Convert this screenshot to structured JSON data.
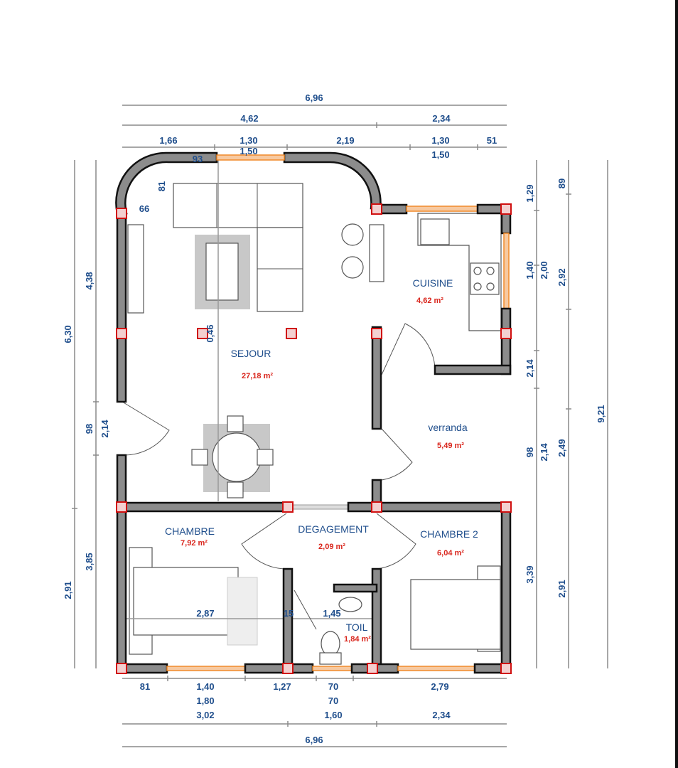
{
  "dimensions": {
    "top": {
      "total": "6,96",
      "left": "4,62",
      "right": "2,34",
      "segments": [
        "1,66",
        "1,30",
        "2,19",
        "1,30",
        "51"
      ],
      "window_widths": [
        "1,50",
        "1,50"
      ]
    },
    "bottom": {
      "segments": [
        "81",
        "1,40",
        "1,27",
        "70",
        "2,79"
      ],
      "window_widths": [
        "1,80",
        "70"
      ],
      "mid": [
        "3,02",
        "1,60",
        "2,34"
      ],
      "total": "6,96"
    },
    "left": {
      "outer": [
        "6,30",
        "2,91"
      ],
      "inner": [
        "4,38",
        "98",
        "3,85"
      ],
      "door": "2,14"
    },
    "right": {
      "inner": [
        "1,29",
        "1,40",
        "2,14",
        "98",
        "3,39"
      ],
      "inner_sub": [
        "2,00",
        "2,14"
      ],
      "middle": [
        "89",
        "2,92",
        "2,49",
        "2,91"
      ],
      "total": "9,21"
    },
    "interior": [
      "93",
      "81",
      "66",
      "0,46",
      "2,87",
      "15",
      "1,45"
    ]
  },
  "rooms": [
    {
      "name": "SEJOUR",
      "area": "27,18 m²"
    },
    {
      "name": "CUISINE",
      "area": "4,62 m²"
    },
    {
      "name": "verranda",
      "area": "5,49 m²"
    },
    {
      "name": "CHAMBRE",
      "area": "7,92 m²"
    },
    {
      "name": "DEGAGEMENT",
      "area": "2,09 m²"
    },
    {
      "name": "CHAMBRE 2",
      "area": "6,04 m²"
    },
    {
      "name": "TOIL",
      "area": "1,84 m²"
    }
  ],
  "colors": {
    "dimension": "#1f4e8c",
    "area": "#d9251c",
    "window": "#f08a2a",
    "wall": "#8c8c8c"
  }
}
